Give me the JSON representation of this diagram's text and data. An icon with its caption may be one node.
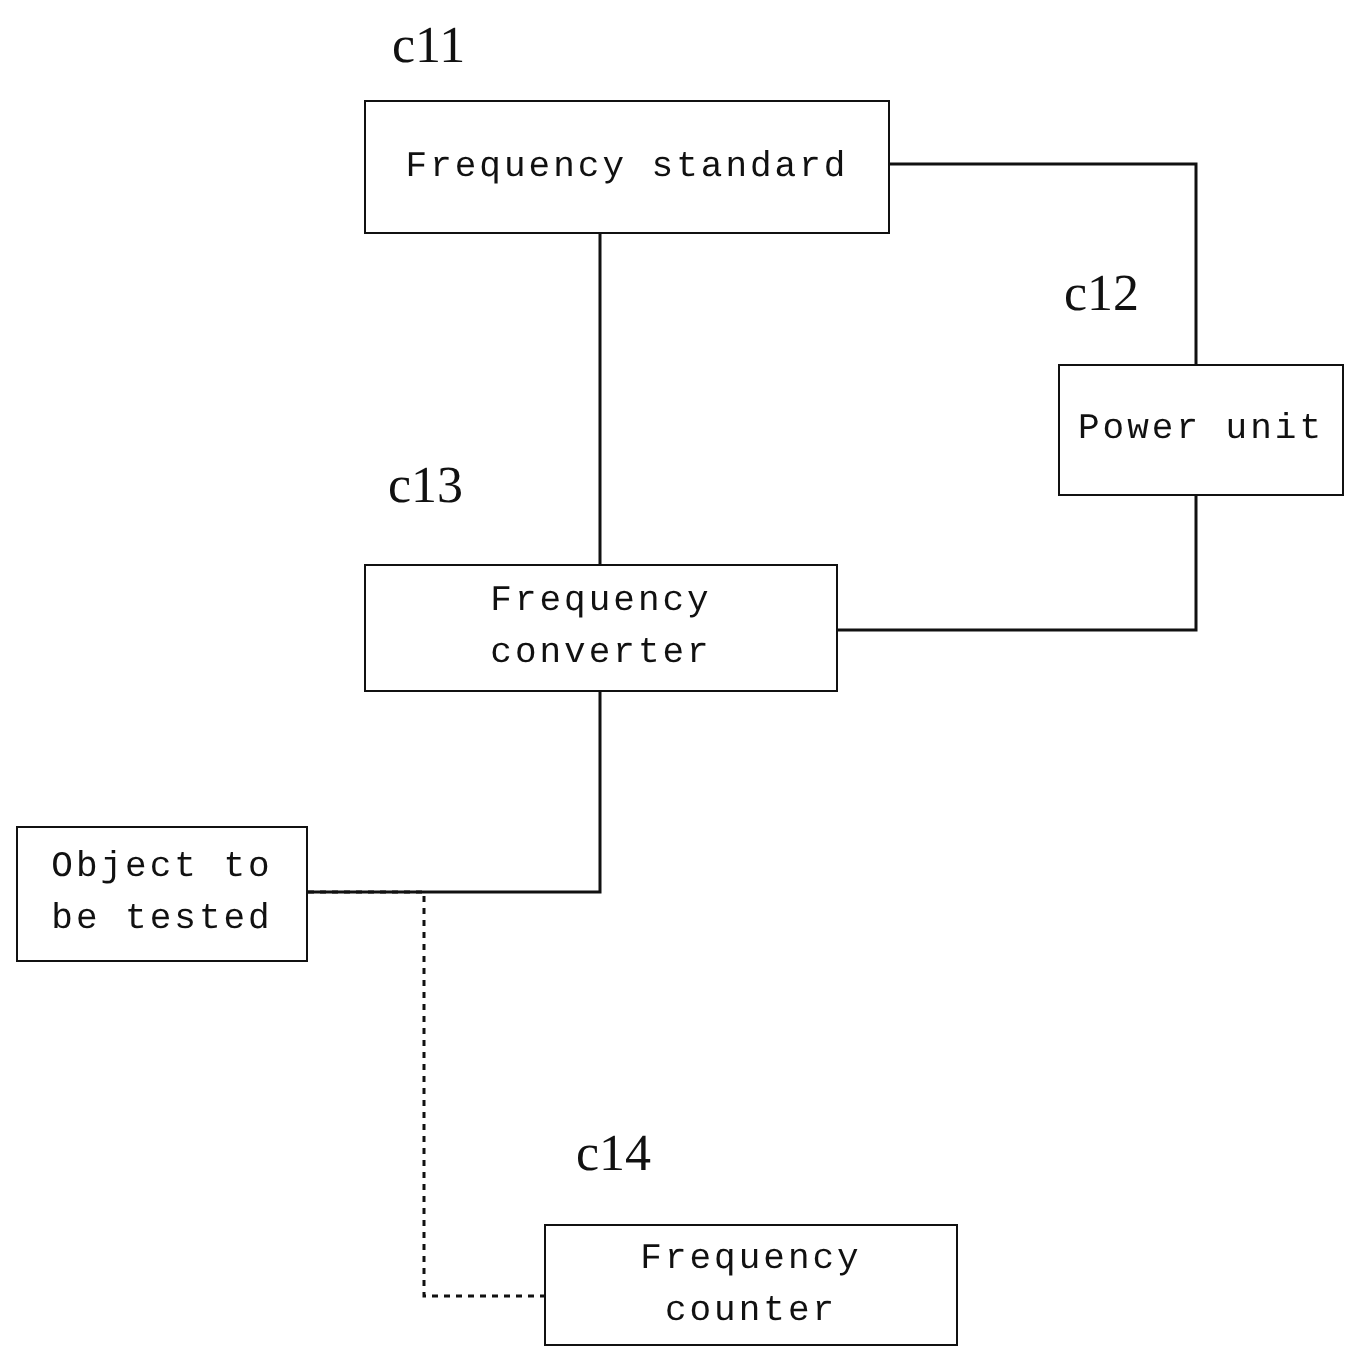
{
  "diagram": {
    "nodes": [
      {
        "text": [
          "Frequency standard"
        ],
        "beside": [
          "c11"
        ]
      },
      {
        "text": [
          "Power unit"
        ],
        "beside": [
          "c12"
        ]
      },
      {
        "text": [
          "Frequency converter"
        ],
        "beside": [
          "c13"
        ]
      },
      {
        "text": [
          "Object to be tested"
        ]
      },
      {
        "text": [
          "Frequency counter"
        ],
        "beside": [
          "c14"
        ]
      }
    ],
    "edges": [
      {
        "from": 0,
        "to": 2,
        "arrow": "none"
      },
      {
        "from": 0,
        "to": 1,
        "arrow": "none"
      },
      {
        "from": 1,
        "to": 2,
        "arrow": "none"
      },
      {
        "from": 2,
        "to": 3,
        "arrow": "none"
      },
      {
        "from": 3,
        "to": 4,
        "arrow": "none",
        "style": "dashed"
      }
    ]
  }
}
